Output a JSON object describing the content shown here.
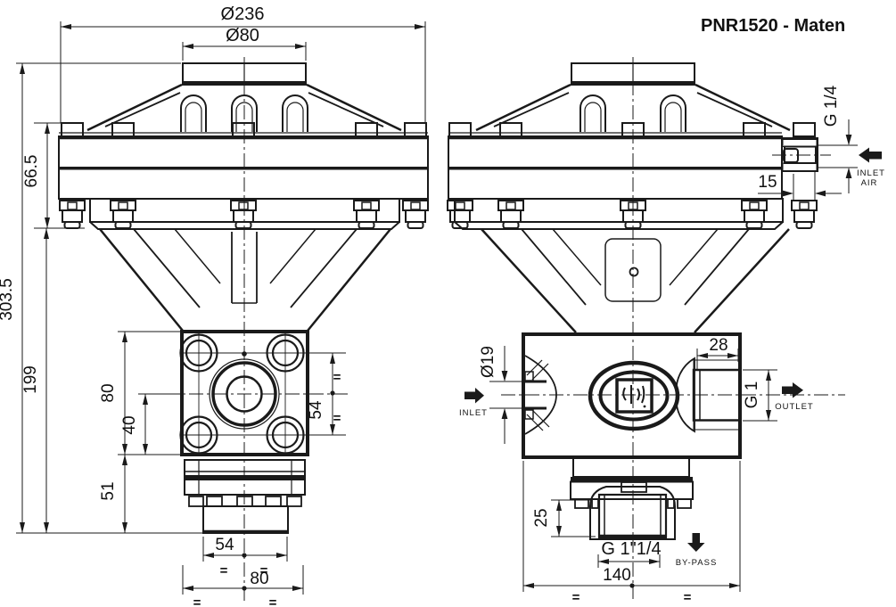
{
  "title": "PNR1520 - Maten",
  "colors": {
    "title": "#4a1010",
    "line": "#1a1a1a",
    "background": "#ffffff"
  },
  "symbols": {
    "equal": "="
  },
  "front_view": {
    "dims": {
      "overall_diameter": "Ø236",
      "cap_diameter": "Ø80",
      "flange_height": "66.5",
      "total_height": "303.5",
      "body_height": "199",
      "square_flange_height": "80",
      "bore_center_to_base": "40",
      "base_height": "51",
      "bolt_pitch_vertical": "54",
      "bolt_pitch_horizontal": "54",
      "square_flange_width": "80"
    }
  },
  "side_view": {
    "dims": {
      "air_port_thread": "G 1/4",
      "air_port_depth": "15",
      "inlet_air_label_line1": "INLET",
      "inlet_air_label_line2": "AIR",
      "inlet_bore_diameter": "Ø19",
      "inlet_label": "INLET",
      "outlet_port_depth": "28",
      "outlet_thread": "G 1",
      "outlet_label": "OUTLET",
      "bypass_port_depth": "25",
      "bypass_thread": "G 1\"1/4",
      "bypass_label": "BY-PASS",
      "overall_width": "140"
    }
  }
}
